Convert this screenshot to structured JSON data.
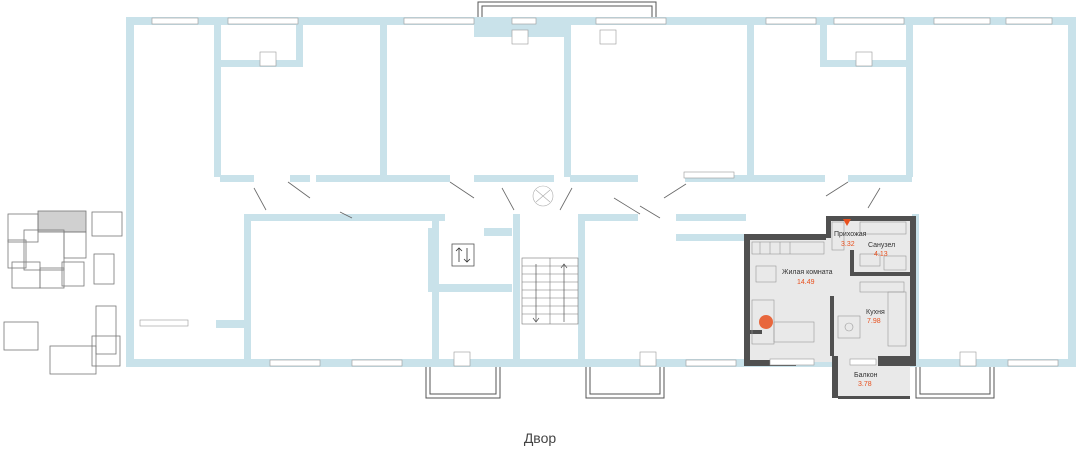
{
  "colors": {
    "wall": "#c9e2ea",
    "wall_dark": "#505050",
    "window": "#ffffff",
    "unit_fill": "#e9e9e9",
    "accent": "#e8501e",
    "mini_map_line": "#777777",
    "mini_map_highlight": "#d0d0d0"
  },
  "rooms": [
    {
      "name": "Прихожая",
      "area": "3.32"
    },
    {
      "name": "Санузел",
      "area": "4.13"
    },
    {
      "name": "Жилая комната",
      "area": "14.49"
    },
    {
      "name": "Кухня",
      "area": "7.98"
    },
    {
      "name": "Балкон",
      "area": "3.78"
    }
  ],
  "marker_icon": "entrance-triangle-icon",
  "elevator_icon": "elevator-arrows-icon",
  "stair_icon": "stairs-arrows-icon",
  "compass_caption": "Двор"
}
